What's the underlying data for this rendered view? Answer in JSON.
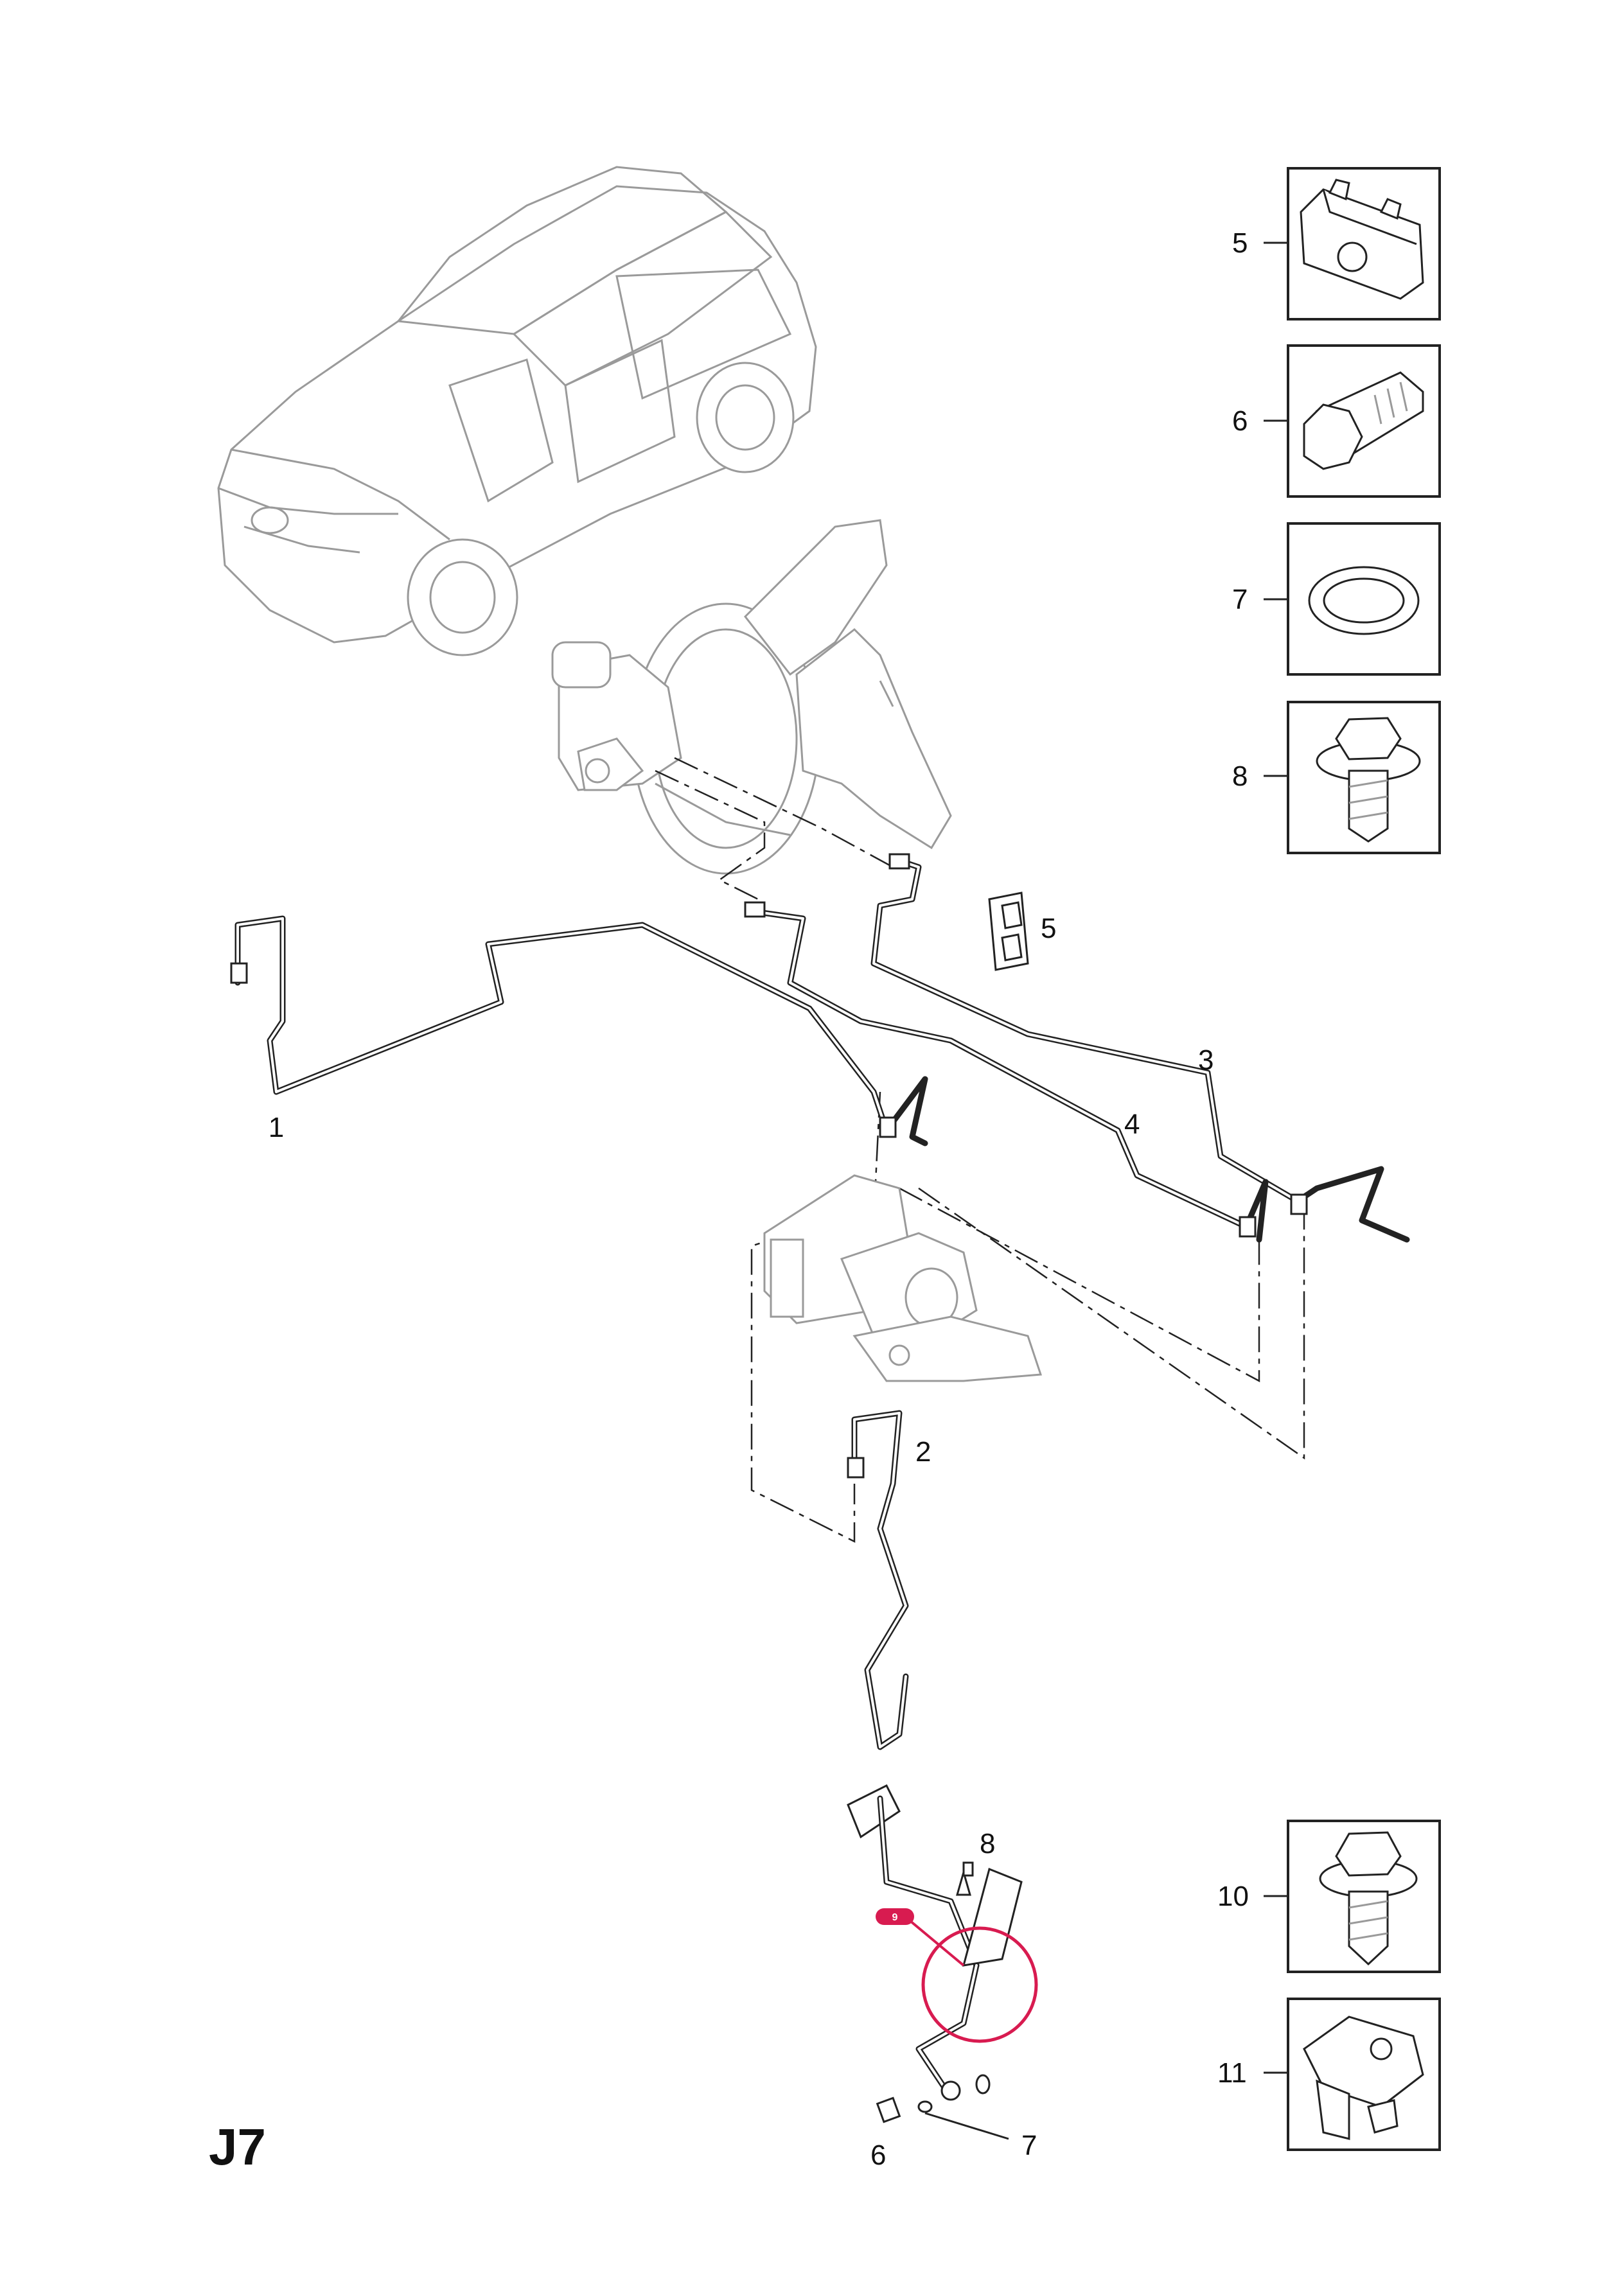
{
  "page_code": "J7",
  "callouts": {
    "c1": "1",
    "c2": "2",
    "c3": "3",
    "c4": "4",
    "c5_side": "5",
    "c5": "5",
    "c6": "6",
    "c7": "7",
    "c8": "8",
    "c10": "10",
    "c11": "11",
    "c6_bottom": "6",
    "c7_bottom": "7",
    "c8_bottom": "8"
  },
  "highlight_marker": {
    "label": "9",
    "color": "#d81b50"
  },
  "icons": [
    "car-sketch",
    "brake-booster-master-cylinder",
    "abs-modulator",
    "clip",
    "bolt",
    "washer",
    "screw",
    "clip-nut"
  ]
}
